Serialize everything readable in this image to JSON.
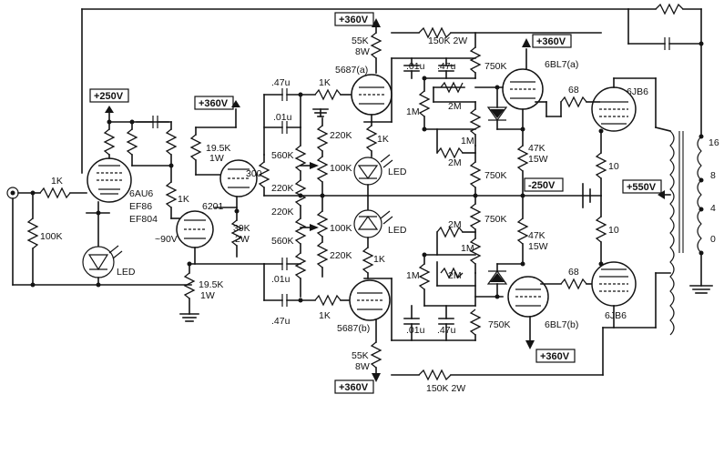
{
  "labels": {
    "supply_250": "+250V",
    "supply_360_g2": "+360V",
    "supply_360_top": "+360V",
    "supply_360_a": "+360V",
    "supply_360_b": "+360V",
    "supply_360_bot": "+360V",
    "neg_250": "-250V",
    "supply_550": "+550V",
    "r_input": "1K",
    "r_input_gnd": "100K",
    "r_v1_grid": "1K",
    "r_g2_load_top": "19.5K",
    "r_g2_load_top_w": "1W",
    "r_g2_load_bot": "19.5K",
    "r_g2_load_bot_w": "1W",
    "r_g2_cath": "39K",
    "r_g2_cath_w": "2W",
    "r_300": "300",
    "v1_name": "6AU6",
    "v1_alt1": "EF86",
    "v1_alt2": "EF804",
    "v2_name": "6201",
    "v2_bias": "~90V",
    "c_top_47": ".47u",
    "c_top_01": ".01u",
    "r_top_1k": "1K",
    "r_220k_a": "220K",
    "r_560k_a": "560K",
    "r_220k_b": "220K",
    "r_100k_a": "100K",
    "r_220k_c": "220K",
    "r_560k_b": "560K",
    "r_100k_b": "100K",
    "r_220k_d": "220K",
    "c_bot_01": ".01u",
    "c_bot_47": ".47u",
    "r_bot_1k": "1K",
    "v3a_name": "5687(a)",
    "v3b_name": "5687(b)",
    "r_55k_top": "55K",
    "r_55k_top_w": "8W",
    "r_55k_bot": "55K",
    "r_55k_bot_w": "8W",
    "r_1k_led_top": "1K",
    "r_1k_led_bot": "1K",
    "led_top": "LED",
    "led_bot": "LED",
    "led_v1": "LED",
    "r_150k_top": "150K 2W",
    "r_150k_bot": "150K 2W",
    "c_01_a": ".01u",
    "c_47_a": ".47u",
    "r_750k_a": "750K",
    "r_1m_a": "1M",
    "r_2m_a": "2M",
    "r_1m_a2": "1M",
    "r_2m_a2": "2M",
    "r_47k_a": "47K",
    "r_47k_a_w": "15W",
    "r_750k_mid_a": "750K",
    "r_750k_mid_b": "750K",
    "r_2m_b": "2M",
    "r_1m_b": "1M",
    "r_47k_b": "47K",
    "r_47k_b_w": "15W",
    "r_1m_b2": "1M",
    "r_2m_b2": "2M",
    "c_01_b": ".01u",
    "c_47_b": ".47u",
    "r_750k_b": "750K",
    "v4a_name": "6BL7(a)",
    "v4b_name": "6BL7(b)",
    "r_68_a": "68",
    "r_68_b": "68",
    "v5a_name": "6JB6",
    "v5b_name": "6JB6",
    "r_10_a": "10",
    "r_10_b": "10",
    "tap_16": "16",
    "tap_8": "8",
    "tap_4": "4",
    "tap_0": "0"
  }
}
